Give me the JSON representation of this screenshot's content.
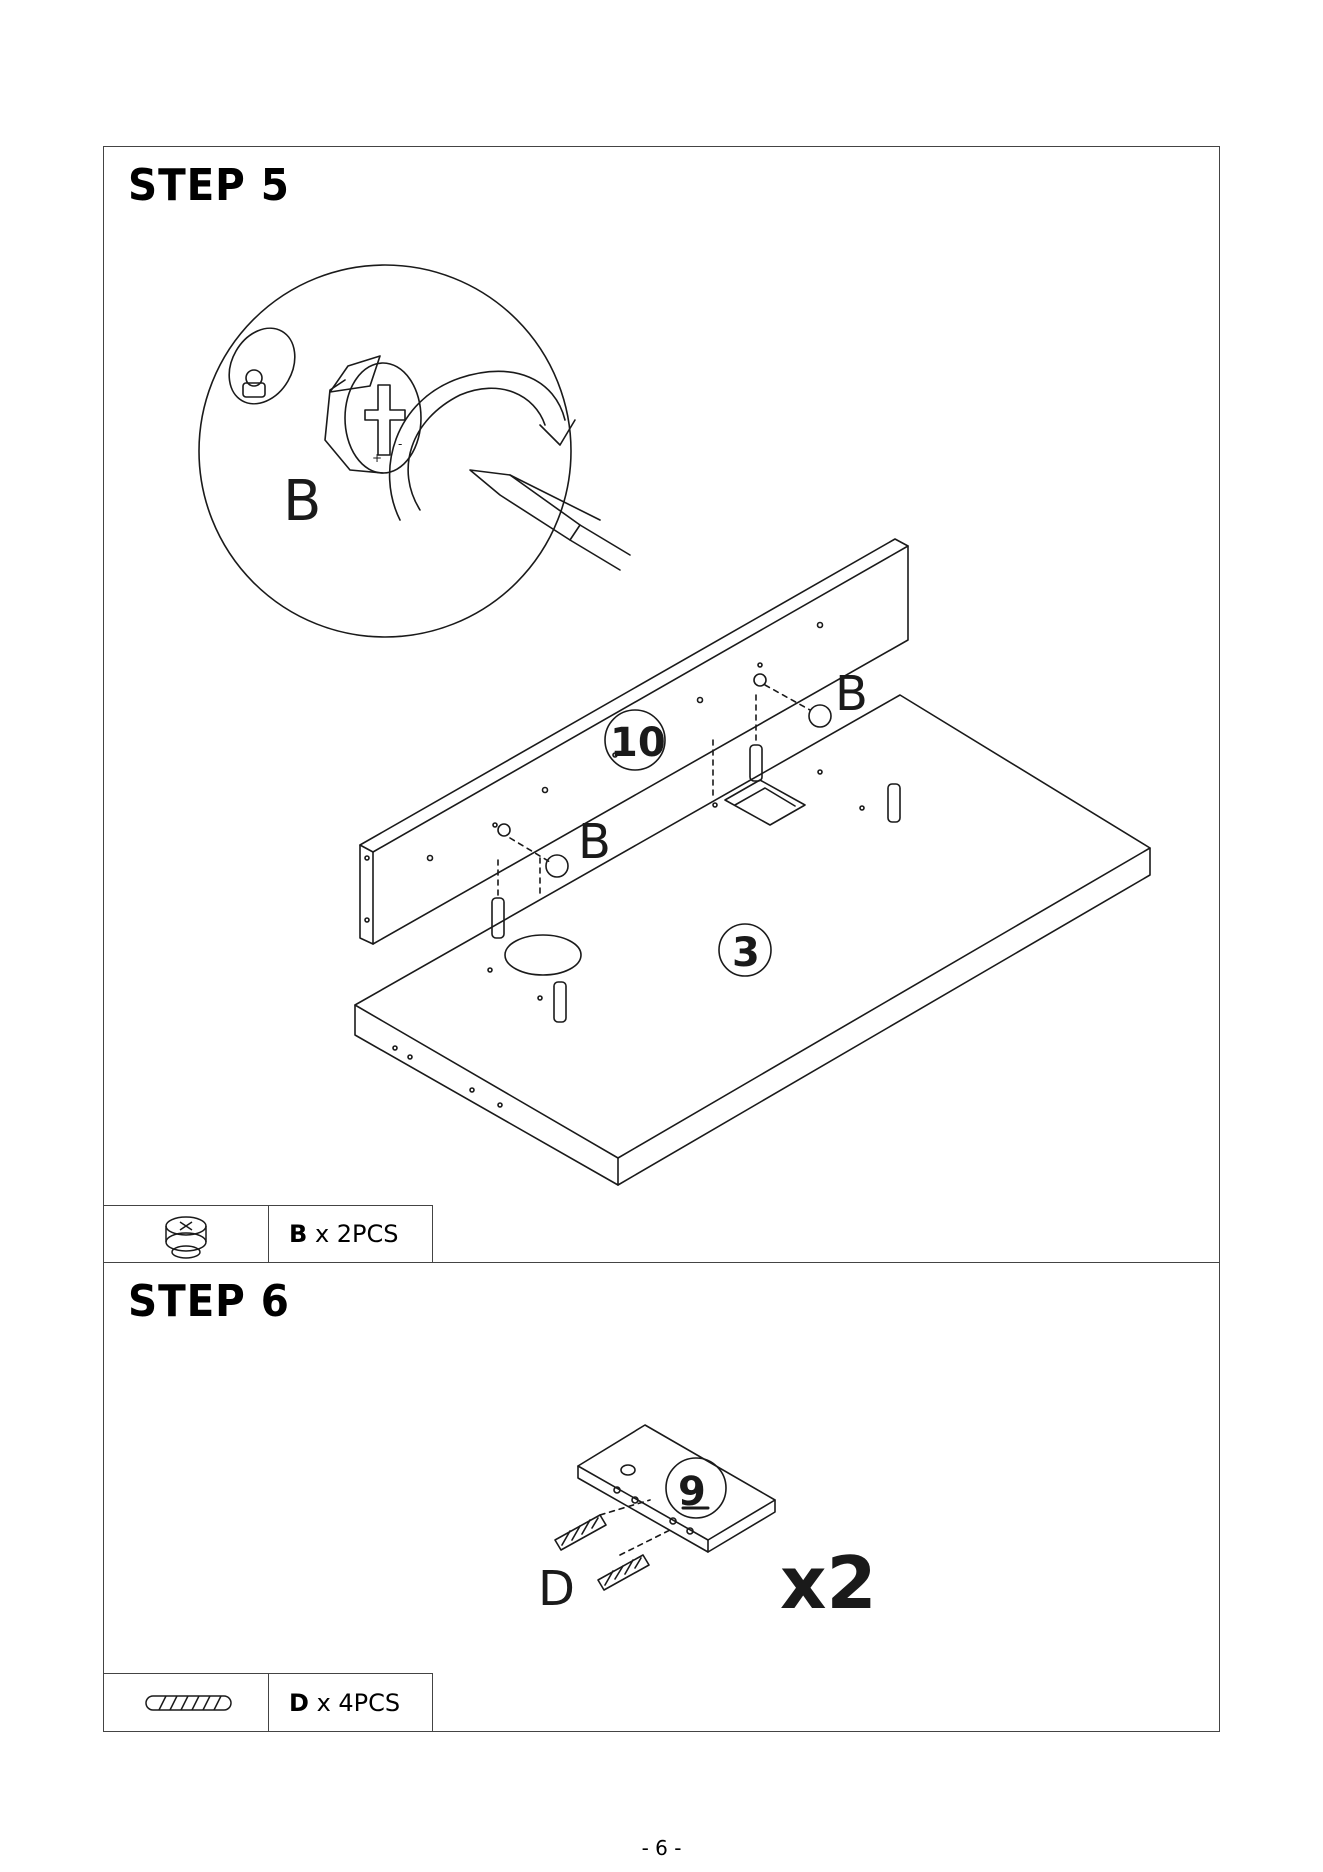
{
  "step5": {
    "title": "STEP 5",
    "callout_label": "B",
    "panel_label": "10",
    "board_label": "3",
    "connector_label_1": "B",
    "connector_label_2": "B",
    "parts": {
      "letter": "B",
      "qty": "x 2PCS",
      "icon": "cam-lock-icon"
    }
  },
  "step6": {
    "title": "STEP 6",
    "piece_label": "9",
    "dowel_label": "D",
    "multiplier": "x2",
    "parts": {
      "letter": "D",
      "qty": "x 4PCS",
      "icon": "wooden-dowel-icon"
    }
  },
  "footer": {
    "page_number": "- 6 -"
  },
  "colors": {
    "line": "#1a1a1a",
    "frame": "#444444",
    "background": "#ffffff"
  }
}
